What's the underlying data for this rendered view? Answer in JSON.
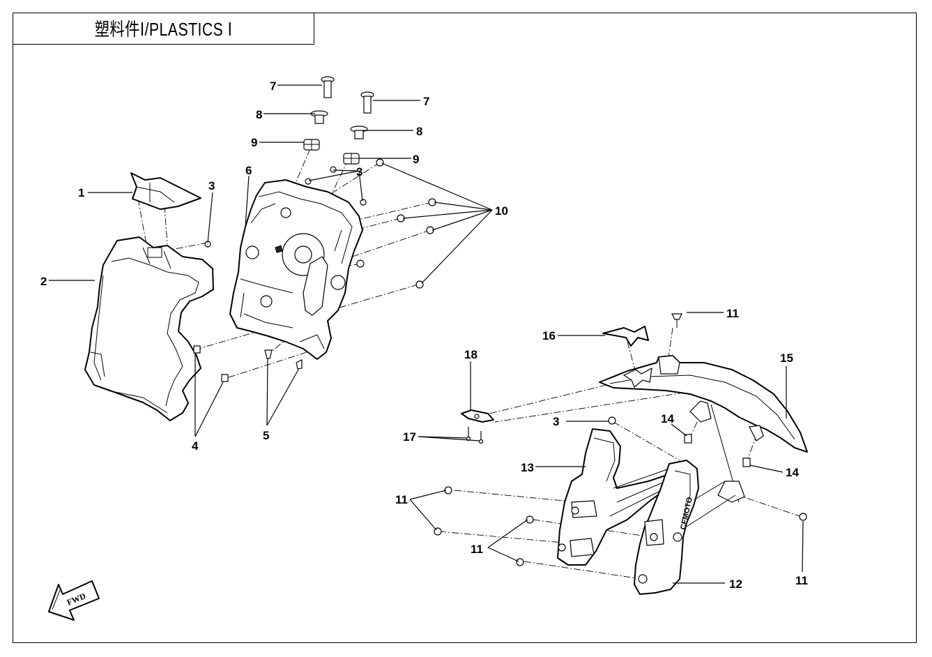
{
  "title": "塑料件Ⅰ/PLASTICS Ⅰ",
  "fwd_label": "FWD",
  "callouts": [
    {
      "id": "c1",
      "label": "1"
    },
    {
      "id": "c2",
      "label": "2"
    },
    {
      "id": "c3a",
      "label": "3"
    },
    {
      "id": "c3b",
      "label": "3"
    },
    {
      "id": "c3c",
      "label": "3"
    },
    {
      "id": "c4",
      "label": "4"
    },
    {
      "id": "c5",
      "label": "5"
    },
    {
      "id": "c6",
      "label": "6"
    },
    {
      "id": "c7a",
      "label": "7"
    },
    {
      "id": "c7b",
      "label": "7"
    },
    {
      "id": "c8a",
      "label": "8"
    },
    {
      "id": "c8b",
      "label": "8"
    },
    {
      "id": "c9a",
      "label": "9"
    },
    {
      "id": "c9b",
      "label": "9"
    },
    {
      "id": "c10",
      "label": "10"
    },
    {
      "id": "c11a",
      "label": "11"
    },
    {
      "id": "c11b",
      "label": "11"
    },
    {
      "id": "c11c",
      "label": "11"
    },
    {
      "id": "c11d",
      "label": "11"
    },
    {
      "id": "c12",
      "label": "12"
    },
    {
      "id": "c13",
      "label": "13"
    },
    {
      "id": "c14a",
      "label": "14"
    },
    {
      "id": "c14b",
      "label": "14"
    },
    {
      "id": "c15",
      "label": "15"
    },
    {
      "id": "c16",
      "label": "16"
    },
    {
      "id": "c17",
      "label": "17"
    },
    {
      "id": "c18",
      "label": "18"
    }
  ],
  "fork_guard_logo": "CFMOTO"
}
